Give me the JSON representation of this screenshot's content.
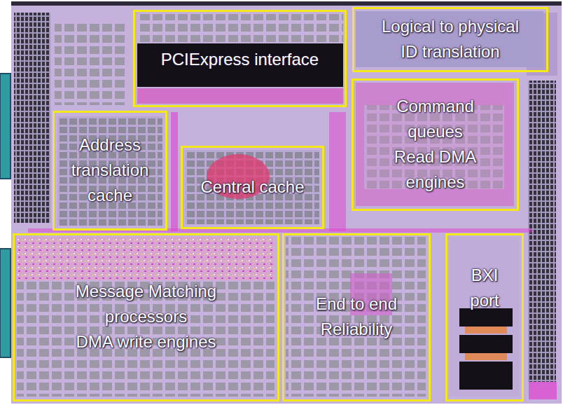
{
  "diagram": {
    "nodes": [
      {
        "text": [
          "PCIExpress interface"
        ]
      },
      {
        "text": [
          "Logical to physical ID translation"
        ]
      },
      {
        "text": [
          "Address translation cache"
        ]
      },
      {
        "text": [
          "Central cache"
        ]
      },
      {
        "text": [
          "Command queues",
          "Read DMA engines"
        ]
      },
      {
        "text": [
          "Message Matching processors",
          "DMA write engines"
        ]
      },
      {
        "text": [
          "End to end Reliability"
        ]
      },
      {
        "text": [
          "BXI port"
        ]
      }
    ]
  }
}
